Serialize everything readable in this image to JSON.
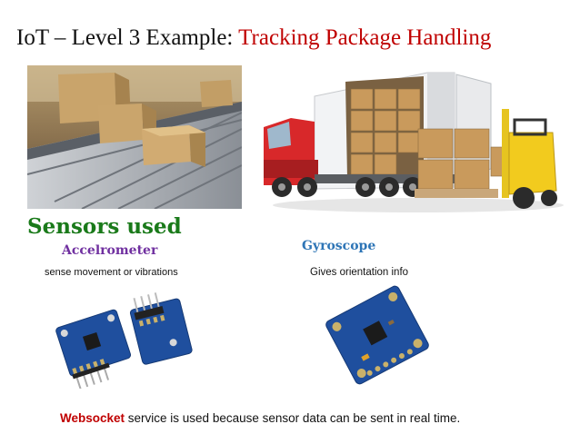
{
  "title": {
    "prefix": "IoT – Level 3 Example: ",
    "accent": "Tracking Package Handling",
    "accent_color": "#c00000"
  },
  "sensors": {
    "heading": "Sensors used",
    "accelerometer": {
      "label": "Accelrometer",
      "description": "sense movement or vibrations"
    },
    "gyroscope": {
      "label": "Gyroscope",
      "description": "Gives orientation info"
    }
  },
  "footer": {
    "highlight": "Websocket",
    "rest": " service is used because sensor data can be sent in real time."
  },
  "colors": {
    "heading_green": "#1a7a1a",
    "accel_purple": "#7030a0",
    "gyro_blue": "#2e75b6",
    "board_blue": "#1f4f9e"
  }
}
